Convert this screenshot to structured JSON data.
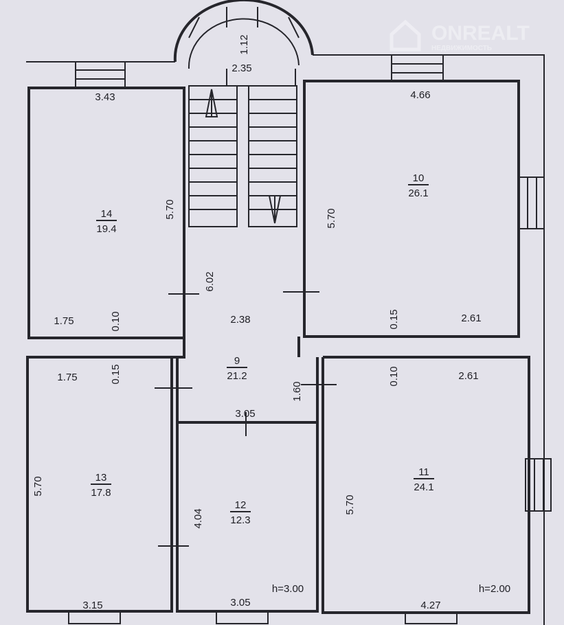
{
  "watermark": {
    "brand": "ONREALT",
    "subtitle": "НЕДВИЖИМОСТЬ"
  },
  "rooms": [
    {
      "number": "14",
      "area": "19.4"
    },
    {
      "number": "10",
      "area": "26.1"
    },
    {
      "number": "9",
      "area": "21.2"
    },
    {
      "number": "13",
      "area": "17.8"
    },
    {
      "number": "12",
      "area": "12.3"
    },
    {
      "number": "11",
      "area": "24.1"
    }
  ],
  "dimensions": [
    "1.12",
    "2.35",
    "3.43",
    "4.66",
    "5.70",
    "5.70",
    "6.02",
    "2.38",
    "1.75",
    "0.10",
    "0.15",
    "2.61",
    "1.75",
    "0.15",
    "0.10",
    "2.61",
    "1.60",
    "3.05",
    "5.70",
    "4.04",
    "5.70",
    "3.15",
    "3.05",
    "4.27"
  ],
  "heights": [
    "h=3.00",
    "h=2.00"
  ]
}
